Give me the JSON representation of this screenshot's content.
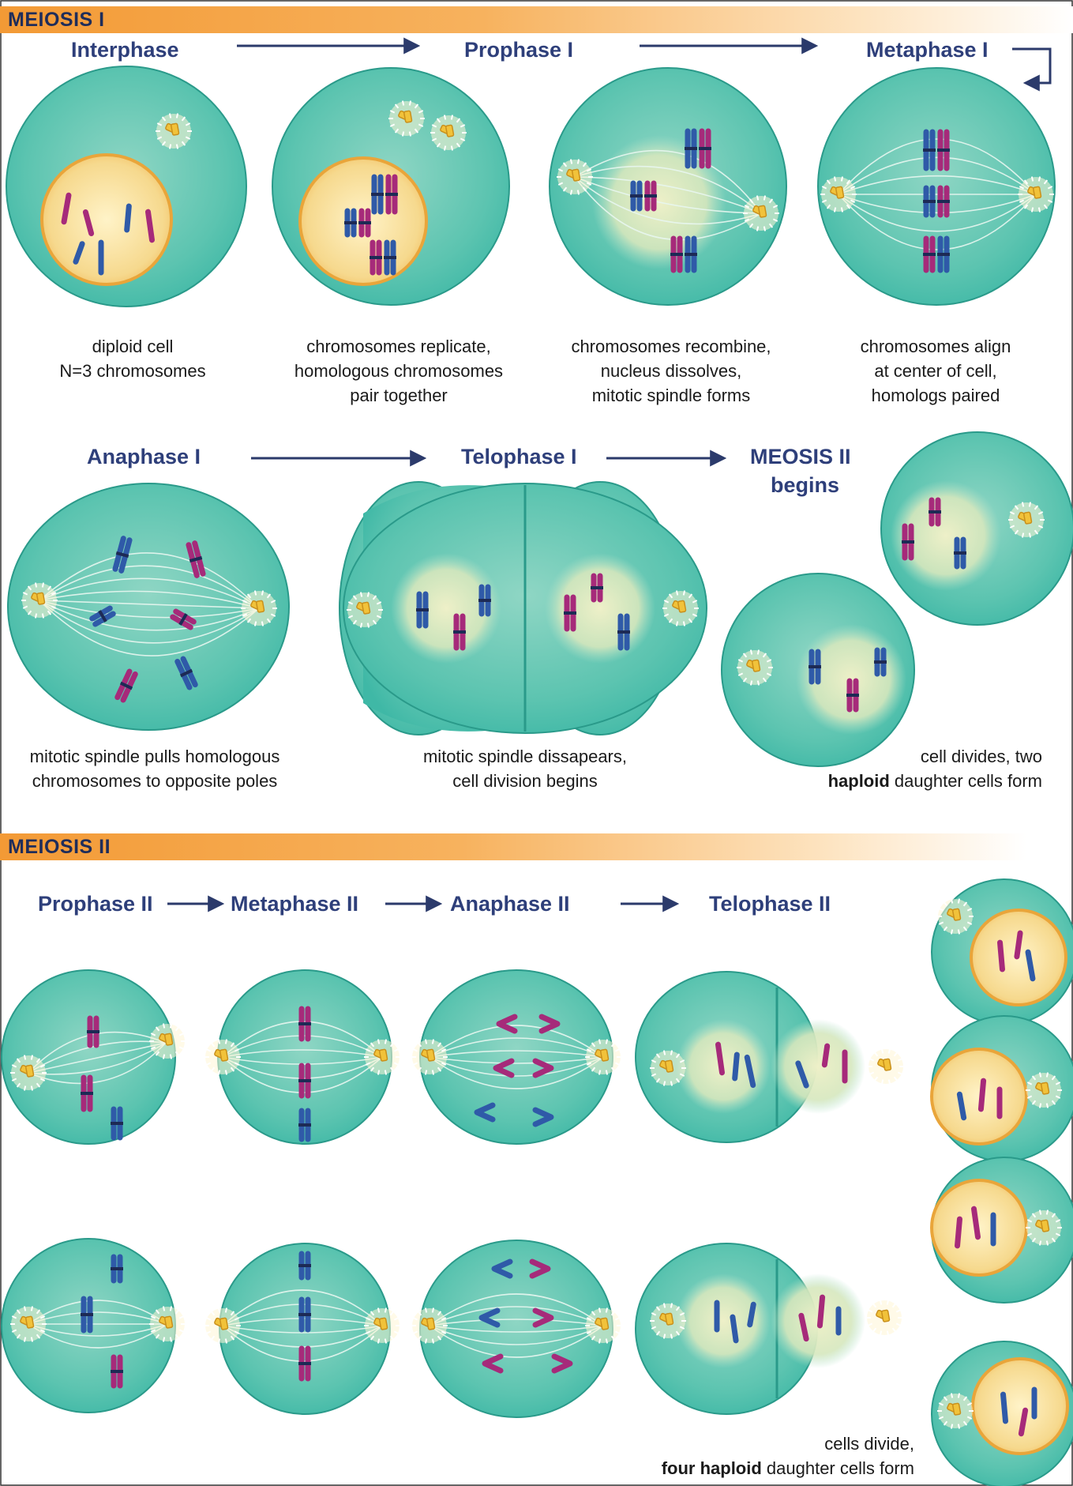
{
  "sections": {
    "meiosis1": "MEIOSIS I",
    "meiosis2": "MEIOSIS II"
  },
  "stages": {
    "interphase": "Interphase",
    "prophase1": "Prophase I",
    "metaphase1": "Metaphase I",
    "anaphase1": "Anaphase I",
    "telophase1": "Telophase I",
    "meiosis2_begins_1": "MEOSIS II",
    "meiosis2_begins_2": "begins",
    "prophase2": "Prophase II",
    "metaphase2": "Metaphase II",
    "anaphase2": "Anaphase II",
    "telophase2": "Telophase II"
  },
  "captions": {
    "interphase": [
      "diploid cell",
      "N=3 chromosomes"
    ],
    "prophase1": [
      "chromosomes replicate,",
      "homologous chromosomes",
      "pair together"
    ],
    "metaphase1_pre": [
      "chromosomes recombine,",
      "nucleus dissolves,",
      "mitotic spindle forms"
    ],
    "metaphase1": [
      "chromosomes align",
      "at center of cell,",
      "homologs paired"
    ],
    "anaphase1": [
      "mitotic spindle pulls homologous",
      "chromosomes to opposite poles"
    ],
    "telophase1": [
      "mitotic spindle dissapears,",
      "cell division begins"
    ],
    "daughters1_line1": "cell divides, two",
    "daughters1_bold": "haploid",
    "daughters1_rest": " daughter cells form",
    "final_line1": "cells divide,",
    "final_bold": "four haploid",
    "final_rest": " daughter cells form"
  },
  "colors": {
    "cell": "#3fb8a6",
    "cell_edge": "#2a9a8a",
    "nucleus": "#f6d98e",
    "nucleus_edge": "#e9a53a",
    "chromosome_maternal": "#a62a7a",
    "chromosome_paternal": "#2f5aa8",
    "arrow": "#2b3a6b",
    "banner": "#f39a35"
  }
}
